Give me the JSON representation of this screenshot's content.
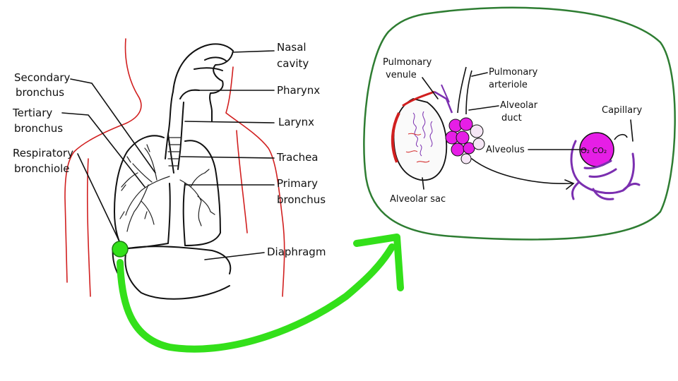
{
  "colors": {
    "vessel_red": "#d11f1f",
    "zoom_circle": "#2e7d32",
    "arrow_green": "#33e01a",
    "alveolus_magenta": "#e61ee6",
    "capillary_purple": "#7b2fb0"
  },
  "left_labels": {
    "secondary_bronchus": [
      "Secondary",
      "bronchus"
    ],
    "tertiary_bronchus": [
      "Tertiary",
      "bronchus"
    ],
    "respiratory_bronchiole": [
      "Respiratory",
      "bronchiole"
    ]
  },
  "right_labels": {
    "nasal_cavity": [
      "Nasal",
      "cavity"
    ],
    "pharynx": "Pharynx",
    "larynx": "Larynx",
    "trachea": "Trachea",
    "primary_bronchus": [
      "Primary",
      "bronchus"
    ],
    "diaphragm": "Diaphragm"
  },
  "inset_labels": {
    "pulmonary_venule": [
      "Pulmonary",
      "venule"
    ],
    "pulmonary_arteriole": [
      "Pulmonary",
      "arteriole"
    ],
    "alveolar_duct": [
      "Alveolar",
      "duct"
    ],
    "alveolus": "Alveolus",
    "alveolar_sac": "Alveolar sac",
    "capillary": "Capillary",
    "gas_exchange": "O₂ CO₂"
  }
}
